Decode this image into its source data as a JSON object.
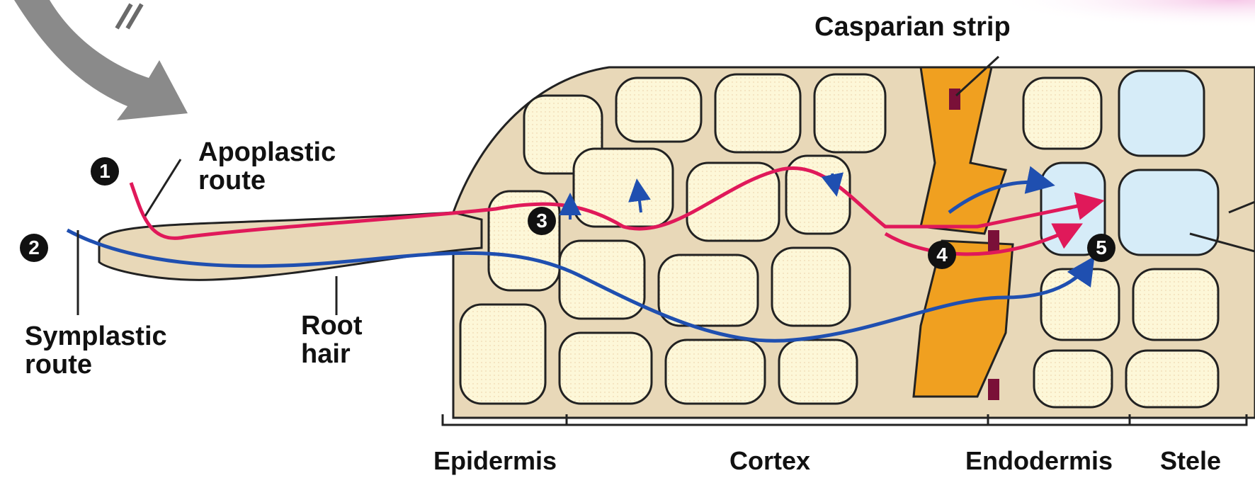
{
  "labels": {
    "casparian_strip": "Casparian strip",
    "apoplastic_route": [
      "Apoplastic",
      "route"
    ],
    "symplastic_route": [
      "Symplastic",
      "route"
    ],
    "root_hair": [
      "Root",
      "hair"
    ],
    "epidermis": "Epidermis",
    "cortex": "Cortex",
    "endodermis": "Endodermis",
    "stele": "Stele"
  },
  "step_markers": [
    "1",
    "2",
    "3",
    "4",
    "5"
  ],
  "colors": {
    "apoplastic_route": "#e0195a",
    "symplastic_route": "#1f4fb0",
    "cell_wall": "#e8d8b8",
    "cell_interior": "#fdf7d8",
    "endodermis": "#f0a020",
    "casparian_strip": "#7a1038",
    "stele_cells": "#d6ecf8",
    "entry_arrow": "#8a8a8a"
  }
}
